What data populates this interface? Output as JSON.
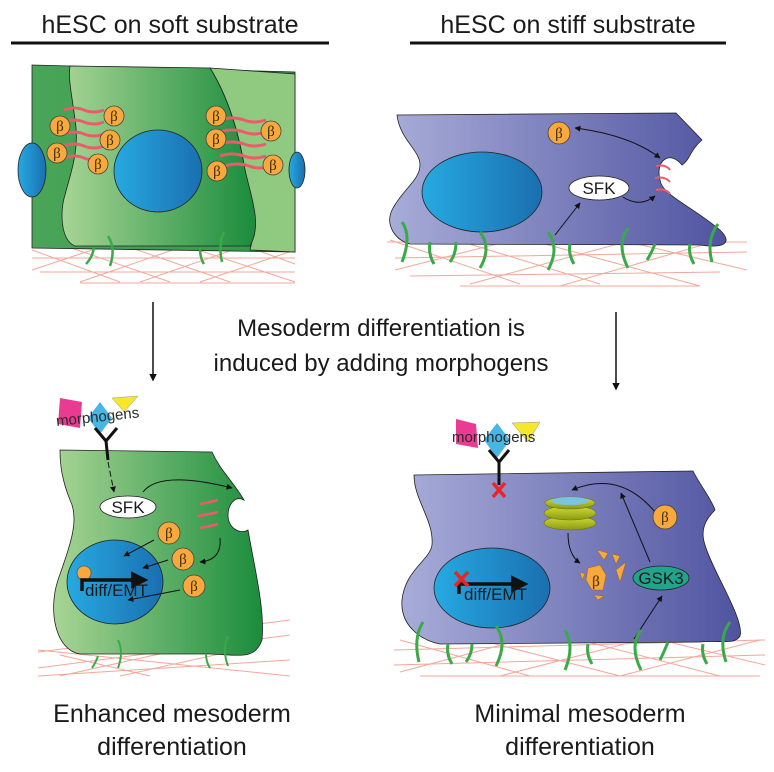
{
  "panels": {
    "soft_title": "hESC on soft substrate",
    "stiff_title": "hESC on stiff substrate",
    "middle_caption_line1": "Mesoderm differentiation is",
    "middle_caption_line2": "induced by adding morphogens",
    "enhanced_line1": "Enhanced mesoderm",
    "enhanced_line2": "differentiation",
    "minimal_line1": "Minimal mesoderm",
    "minimal_line2": "differentiation"
  },
  "labels": {
    "beta": "β",
    "sfk": "SFK",
    "gsk3": "GSK3",
    "morphogens": "morphogens",
    "diff_emt": "diff/EMT"
  },
  "colors": {
    "green_light": "#a8d595",
    "green_dark": "#1a8c3c",
    "blue_cell_light": "#a4a8d6",
    "blue_cell_dark": "#5458a0",
    "nucleus_light": "#27a9e1",
    "nucleus_dark": "#1a6fb0",
    "beta_fill": "#f9a93b",
    "cadherin": "#ee5a6a",
    "substrate": "#f4a79a",
    "integrin": "#3aaa48",
    "gsk3_fill": "#20a48c",
    "inhibit_x": "#e8262a"
  }
}
